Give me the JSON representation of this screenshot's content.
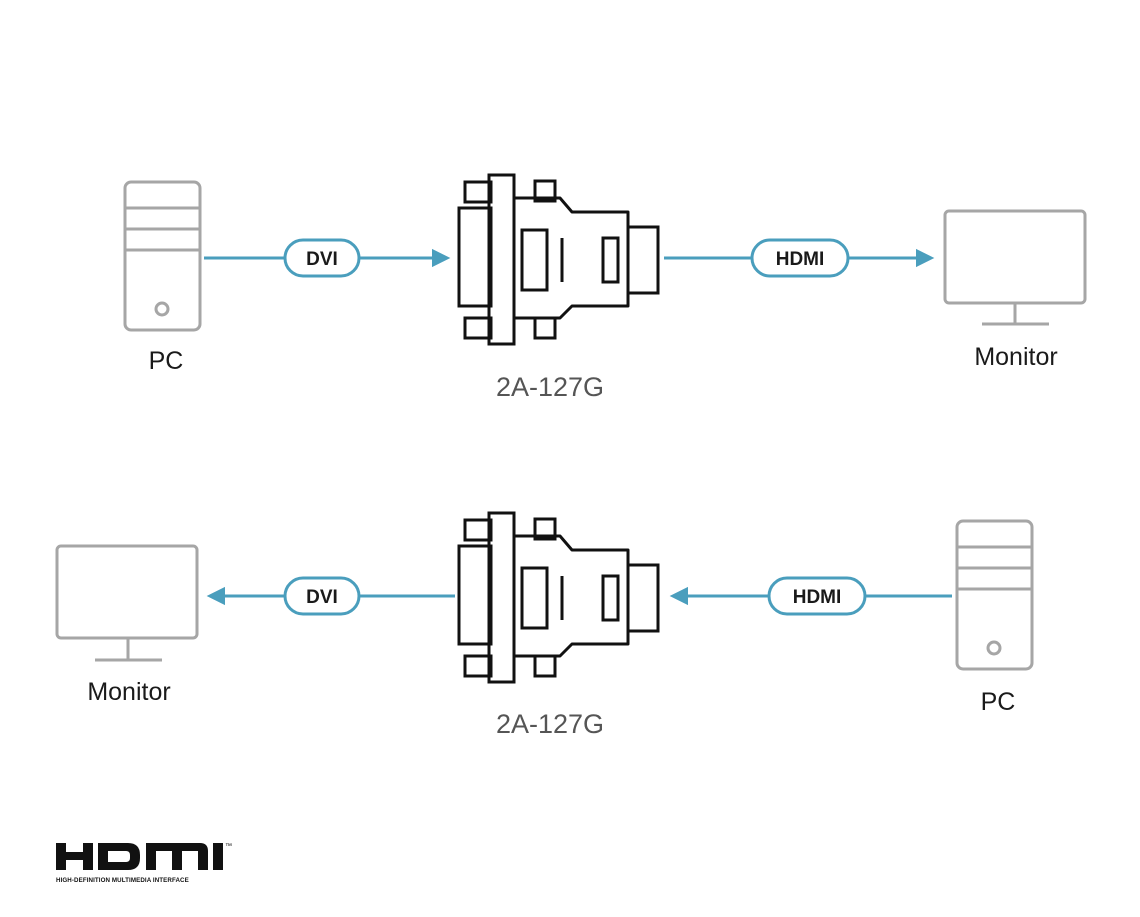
{
  "colors": {
    "line": "#4a9ebd",
    "device": "#a6a6a6",
    "adapter": "#111111",
    "model_text": "#555555"
  },
  "top_row": {
    "source": {
      "label": "PC",
      "icon": "pc-tower-icon"
    },
    "input_pill": "DVI",
    "adapter_model": "2A-127G",
    "output_pill": "HDMI",
    "destination": {
      "label": "Monitor",
      "icon": "monitor-icon"
    }
  },
  "bottom_row": {
    "destination": {
      "label": "Monitor",
      "icon": "monitor-icon"
    },
    "output_pill": "DVI",
    "adapter_model": "2A-127G",
    "input_pill": "HDMI",
    "source": {
      "label": "PC",
      "icon": "pc-tower-icon"
    }
  },
  "logo": {
    "wordmark": "HDMI",
    "trademark": "™",
    "tagline": "HIGH-DEFINITION MULTIMEDIA INTERFACE"
  }
}
